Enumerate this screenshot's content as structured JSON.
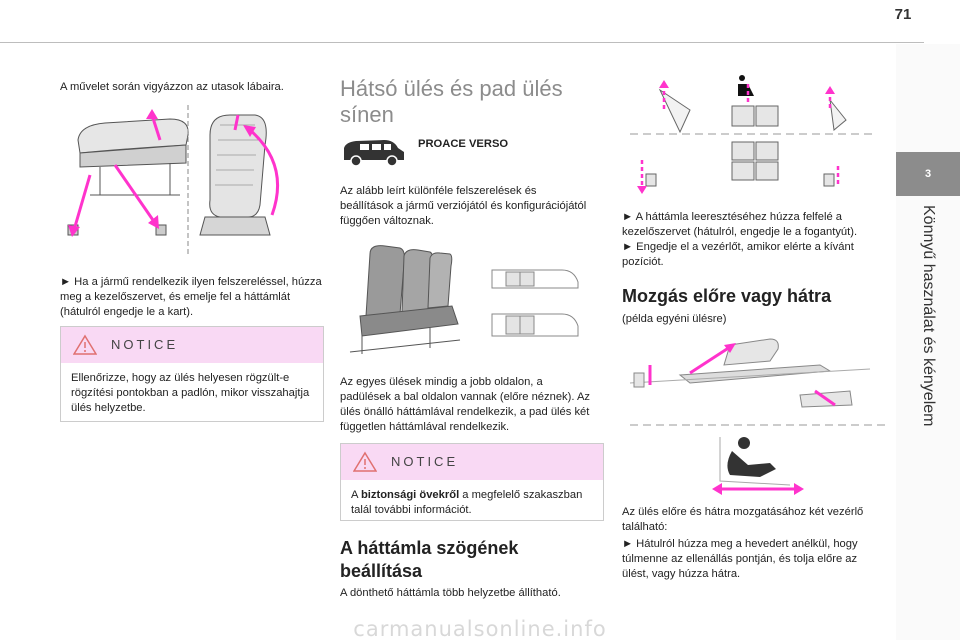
{
  "page_number": "71",
  "side_tab": {
    "chapter": "3",
    "title": "Könnyű használat és kényelem"
  },
  "left_col": {
    "intro": "A művelet során vigyázzon az utasok lábaira.",
    "step": "► Ha a jármű rendelkezik ilyen felszereléssel, húzza meg a kezelőszervet, és emelje fel a háttámlát (hátulról engedje le a kart).",
    "notice": {
      "title": "NOTICE",
      "text": "Ellenőrizze, hogy az ülés helyesen rögzült-e rögzítési pontokban a padlón, mikor visszahajtja ülés helyzetbe."
    }
  },
  "mid_col": {
    "heading": "Hátsó ülés és pad ülés sínen",
    "model": "PROACE VERSO",
    "para1": "Az alább leírt különféle felszerelések és beállítások a jármű verziójától és konfigurációjától függően változnak.",
    "para2": "Az egyes ülések mindig a jobb oldalon, a padülések a bal oldalon vannak (előre néznek). Az ülés önálló háttámlával rendelkezik, a pad ülés két független háttámlával rendelkezik.",
    "notice": {
      "title": "NOTICE",
      "bold": "biztonsági övekről",
      "pre": "A ",
      "post": " a megfelelő szakaszban talál további információt."
    },
    "heading2": "A háttámla szögének beállítása",
    "para3": "A dönthető háttámla több helyzetbe állítható."
  },
  "right_col": {
    "step1": "► A háttámla leeresztéséhez húzza felfelé a kezelőszervet (hátulról, engedje le a fogantyút).",
    "step2": "► Engedje el a vezérlőt, amikor elérte a kívánt pozíciót.",
    "heading": "Mozgás előre vagy hátra",
    "sub": "(példa egyéni ülésre)",
    "para": "Az ülés előre és hátra mozgatásához két vezérlő található:",
    "step3": "► Hátulról húzza meg a hevedert anélkül, hogy túlmenne az ellenállás pontján, és tolja előre az ülést, vagy húzza hátra."
  },
  "watermark": "carmanualsonline.info",
  "colors": {
    "accent": "#ff33cc",
    "notice_bg": "#f9d9f4",
    "tab": "#8c8c8c"
  }
}
